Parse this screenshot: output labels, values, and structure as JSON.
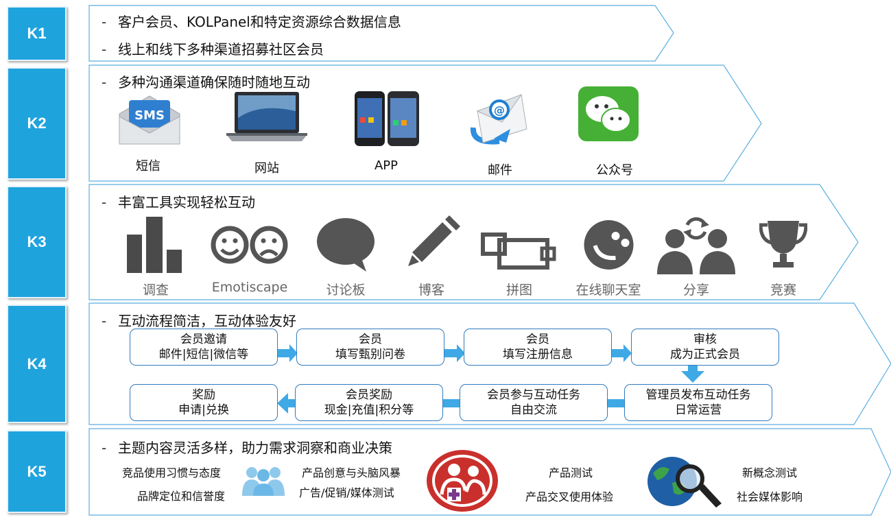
{
  "colors": {
    "accent": "#1fa3dd",
    "band_border": "#5aaee0",
    "flow_border": "#2f7bbf",
    "arrow": "#3fa9e6"
  },
  "levels": [
    "K1",
    "K2",
    "K3",
    "K4",
    "K5"
  ],
  "k1": {
    "lines": [
      "客户会员、KOLPanel和特定资源综合数据信息",
      "线上和线下多种渠道招募社区会员"
    ]
  },
  "k2": {
    "title": "多种沟通渠道确保随时随地互动",
    "channels": [
      {
        "label": "短信",
        "icon": "sms-envelope-icon",
        "icon_text": "SMS"
      },
      {
        "label": "网站",
        "icon": "laptop-icon"
      },
      {
        "label": "APP",
        "icon": "smartphone-icon"
      },
      {
        "label": "邮件",
        "icon": "email-icon"
      },
      {
        "label": "公众号",
        "icon": "wechat-icon"
      }
    ]
  },
  "k3": {
    "title": "丰富工具实现轻松互动",
    "tools": [
      {
        "label": "调查",
        "icon": "bar-chart-icon"
      },
      {
        "label": "Emotiscape",
        "icon": "smiley-faces-icon"
      },
      {
        "label": "讨论板",
        "icon": "speech-bubble-icon"
      },
      {
        "label": "博客",
        "icon": "pencil-icon"
      },
      {
        "label": "拼图",
        "icon": "puzzle-icon"
      },
      {
        "label": "在线聊天室",
        "icon": "chat-icon"
      },
      {
        "label": "分享",
        "icon": "share-people-icon"
      },
      {
        "label": "竞赛",
        "icon": "trophy-icon"
      }
    ]
  },
  "k4": {
    "title": "互动流程简洁，互动体验友好",
    "row1": [
      {
        "line1": "会员邀请",
        "line2": "邮件|短信|微信等"
      },
      {
        "line1": "会员",
        "line2": "填写甄别问卷"
      },
      {
        "line1": "会员",
        "line2": "填写注册信息"
      },
      {
        "line1": "审核",
        "line2": "成为正式会员"
      }
    ],
    "row2": [
      {
        "line1": "奖励",
        "line2": "申请|兑换"
      },
      {
        "line1": "会员奖励",
        "line2": "现金|充值|积分等"
      },
      {
        "line1": "会员参与互动任务",
        "line2": "自由交流"
      },
      {
        "line1": "管理员发布互动任务",
        "line2": "日常运营"
      }
    ]
  },
  "k5": {
    "title": "主题内容灵活多样，助力需求洞察和商业决策",
    "items": [
      "竞品使用习惯与态度",
      "品牌定位和信誉度",
      "产品创意与头脑风暴",
      "广告/促销/媒体测试",
      "产品测试",
      "产品交叉使用体验",
      "新概念测试",
      "社会媒体影响"
    ],
    "icons": [
      "people-group-icon",
      "member-add-icon",
      "globe-search-icon"
    ]
  }
}
